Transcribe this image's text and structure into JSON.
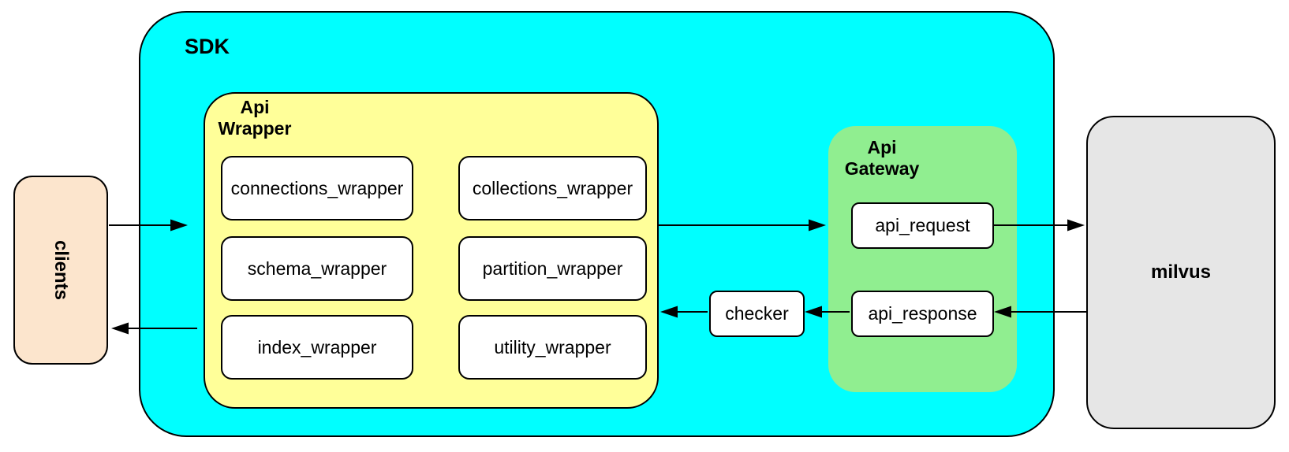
{
  "colors": {
    "cyan": "#00FFFF",
    "yellow": "#FFFF99",
    "green": "#90EE90",
    "peach": "#FCE5CD",
    "gray": "#E6E6E6"
  },
  "nodes": {
    "clients": {
      "label": "clients"
    },
    "sdk": {
      "label": "SDK"
    },
    "api_wrapper": {
      "label_line1": "Api",
      "label_line2": "Wrapper",
      "items": [
        "connections_wrapper",
        "collections_wrapper",
        "schema_wrapper",
        "partition_wrapper",
        "index_wrapper",
        "utility_wrapper"
      ]
    },
    "checker": {
      "label": "checker"
    },
    "api_gateway": {
      "label_line1": "Api",
      "label_line2": "Gateway",
      "request": "api_request",
      "response": "api_response"
    },
    "milvus": {
      "label": "milvus"
    }
  },
  "edges": [
    {
      "from": "clients",
      "to": "sdk"
    },
    {
      "from": "api_wrapper",
      "to": "api_request"
    },
    {
      "from": "api_request",
      "to": "milvus"
    },
    {
      "from": "milvus",
      "to": "api_response"
    },
    {
      "from": "api_response",
      "to": "checker"
    },
    {
      "from": "checker",
      "to": "api_wrapper"
    },
    {
      "from": "api_wrapper",
      "to": "clients"
    }
  ]
}
